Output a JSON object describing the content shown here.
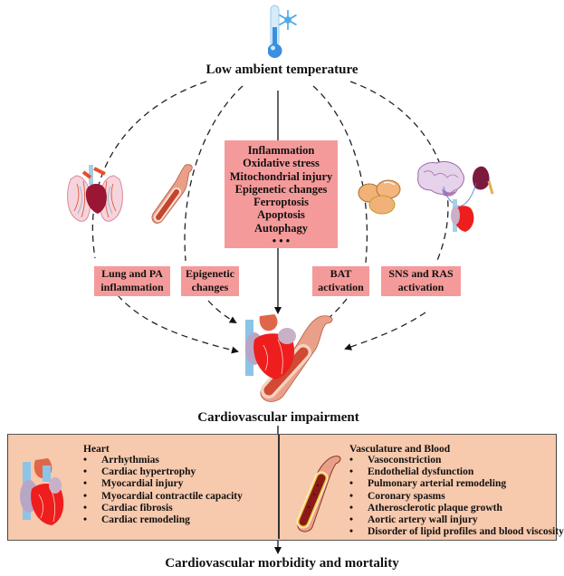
{
  "top": {
    "icon": "thermometer-snowflake-icon",
    "title": "Low ambient temperature"
  },
  "mechanisms_box": {
    "items": [
      "Inflammation",
      "Oxidative stress",
      "Mitochondrial injury",
      "Epigenetic changes",
      "Ferroptosis",
      "Apoptosis",
      "Autophagy",
      "• • •"
    ]
  },
  "pathways": [
    {
      "id": "lung",
      "icon": "lungs-heart-icon",
      "label_line1": "Lung and PA",
      "label_line2": "inflammation"
    },
    {
      "id": "epigenetic",
      "icon": "blood-vessel-icon",
      "label_line1": "Epigenetic",
      "label_line2": "changes"
    },
    {
      "id": "bat",
      "icon": "brown-fat-cells-icon",
      "label_line1": "BAT",
      "label_line2": "activation"
    },
    {
      "id": "sns",
      "icon": "brain-kidney-heart-icon",
      "label_line1": "SNS and RAS",
      "label_line2": "activation"
    }
  ],
  "center": {
    "icon": "heart-vessel-icon",
    "title": "Cardiovascular impairment"
  },
  "heart_panel": {
    "icon": "heart-icon",
    "title": "Heart",
    "items": [
      "Arrhythmias",
      "Cardiac hypertrophy",
      "Myocardial injury",
      "Myocardial contractile capacity",
      "Cardiac fibrosis",
      "Cardiac remodeling"
    ]
  },
  "vascular_panel": {
    "icon": "artery-cross-section-icon",
    "title": "Vasculature and Blood",
    "items": [
      "Vasoconstriction",
      "Endothelial dysfunction",
      "Pulmonary arterial remodeling",
      "Coronary spasms",
      "Atherosclerotic plaque growth",
      "Aortic artery wall injury",
      "Disorder of lipid profiles and blood viscosity"
    ]
  },
  "bottom": {
    "title": "Cardiovascular morbidity and mortality"
  },
  "colors": {
    "label_box": "#f59a9a",
    "outcome_panel": "#f7c9ad"
  }
}
